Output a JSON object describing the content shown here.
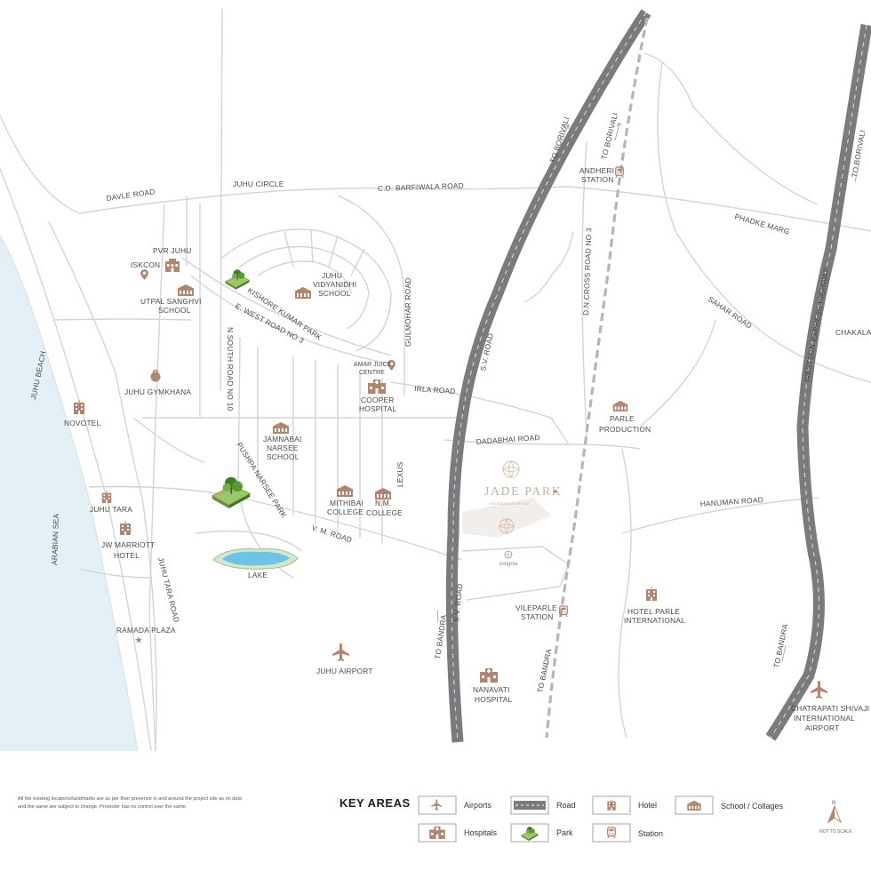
{
  "colors": {
    "sea": "#e3f1f7",
    "highway": "#7b7b7d",
    "icon": "#b2856f",
    "park_green": "#5a9a35",
    "lake": "#6ec3e6",
    "project": "#c9b3a4"
  },
  "roads": {
    "davle": "DAVLE ROAD",
    "juhu_circle": "JUHU CIRCLE",
    "cd_barfiwala": "C.D. BARFIWALA ROAD",
    "e_west_3": "E. WEST ROAD NO 3",
    "n_south_10": "N SOUTH ROAD NO 10",
    "gulmohar": "GULMOHAR ROAD",
    "irla": "IRLA ROAD",
    "dadabhai": "DADABHAI ROAD",
    "vm": "V. M. ROAD",
    "juhu_tara": "JUHU TARA ROAD",
    "juhu_beach": "JUHU BEACH",
    "arabian_sea": "ARABIAN SEA",
    "sv_road_top": "S.V. ROAD",
    "sv_road_bottom": "S.V. ROAD",
    "dn_cross": "D.N.CROSS ROAD NO 3",
    "phadke": "PHADKE MARG",
    "sahar": "SAHAR ROAD",
    "hanuman": "HANUMAN ROAD",
    "weh": "WESTERN EXPRESS HIGHWAY",
    "chakala": "CHAKALA",
    "lexus": "LEXUS",
    "to_borivali_1": "TO BORIVALI",
    "to_borivali_2": "TO BORIVALI",
    "to_borivali_3": "TO BORIVALI",
    "to_bandra_1": "TO BANDRA",
    "to_bandra_2": "TO BANDRA",
    "to_bandra_3": "TO BANDRA"
  },
  "parks": {
    "kishore": "KISHORE KUMAR PARK",
    "pushpa": "PUSHPA NARSEE PARK",
    "lake": "LAKE"
  },
  "landmarks": {
    "pvr": "PVR JUHU",
    "iskcon": "ISKCON",
    "utpal_1": "UTPAL SANGHVI",
    "utpal_2": "SCHOOL",
    "juhu_vid_1": "JUHU",
    "juhu_vid_2": "VIDYANIDHI",
    "juhu_vid_3": "SCHOOL",
    "gymkhana": "JUHU GYMKHANA",
    "novotel": "NOVOTEL",
    "amar_1": "AMAR JUICE",
    "amar_2": "CENTRE",
    "cooper_1": "COOPER",
    "cooper_2": "HOSPITAL",
    "jamnabai_1": "JAMNABAI",
    "jamnabai_2": "NARSEE",
    "jamnabai_3": "SCHOOL",
    "juhu_tara": "JUHU TARA",
    "jw_1": "JW MARRIOTT",
    "jw_2": "HOTEL",
    "mithibai_1": "MITHIBAI",
    "mithibai_2": "COLLEGE",
    "nm_1": "N.M.",
    "nm_2": "COLLEGE",
    "ramada": "RAMADA PLAZA",
    "juhu_airport": "JUHU AIRPORT",
    "andheri_1": "ANDHERI",
    "andheri_2": "STATION",
    "parle_prod_1": "PARLE",
    "parle_prod_2": "PRODUCTION",
    "vileparle_1": "VILEPARLE",
    "vileparle_2": "STATION",
    "nanavati_1": "NANAVATI",
    "nanavati_2": "HOSPITAL",
    "hotel_parle_1": "HOTEL PARLE",
    "hotel_parle_2": "INTERNATIONAL",
    "csia_1": "CHATRAPATI SHIVAJI",
    "csia_2": "INTERNATIONAL",
    "csia_3": "AIRPORT"
  },
  "project": {
    "name": "JADE PARK",
    "tagline": "THE BOUTIQUE OFFICE",
    "developer": "insignia"
  },
  "legend": {
    "title": "KEY AREAS",
    "airports": "Airports",
    "road": "Road",
    "hotel": "Hotel",
    "schools": "School / Collages",
    "hospitals": "Hospitals",
    "park": "Park",
    "station": "Station"
  },
  "disclaimer": {
    "line1": "All the existing locations/landmarks are as per their presence in and around the project site as on date",
    "line2": "and the same are subject to change. Promoter has no control over the same."
  },
  "compass": {
    "north": "N",
    "note": "NOT TO SCALE"
  }
}
